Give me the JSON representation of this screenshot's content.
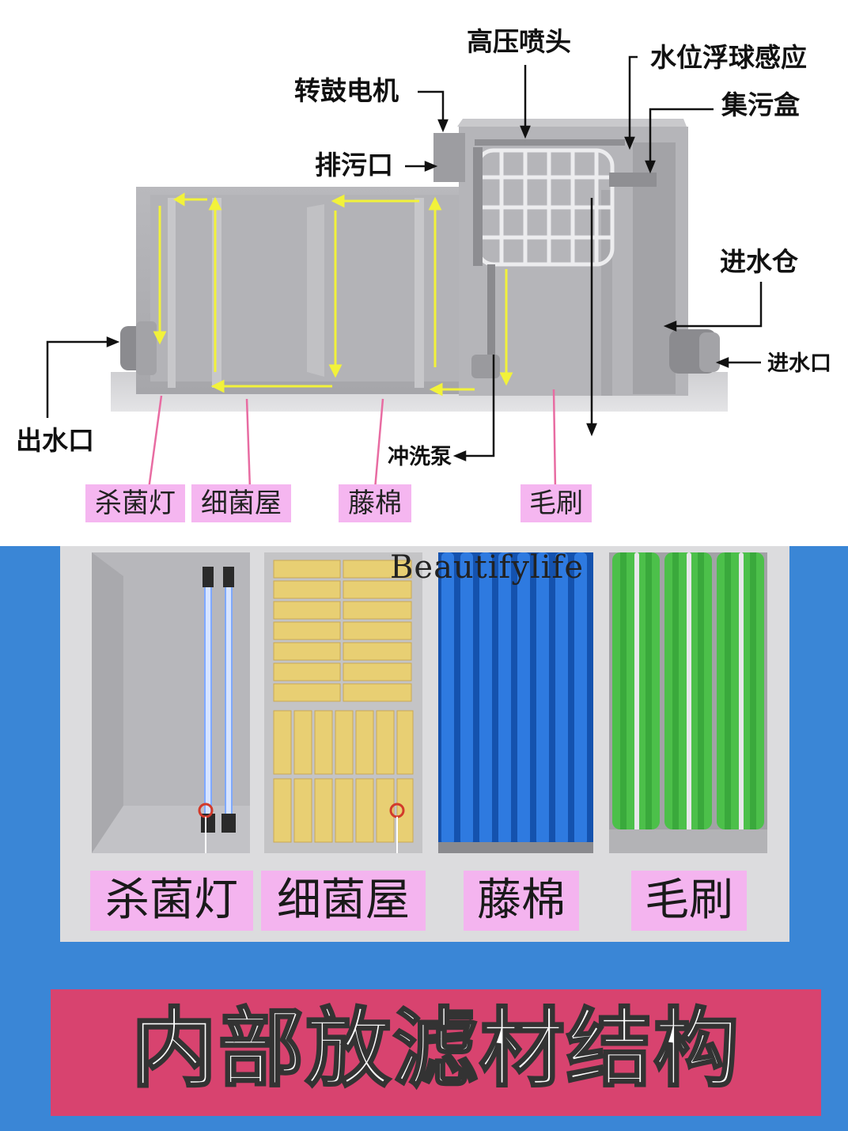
{
  "diagram": {
    "labels": {
      "high_pressure_nozzle": "高压喷头",
      "water_level_float": "水位浮球感应",
      "drum_motor": "转鼓电机",
      "dirt_box": "集污盒",
      "sewage_outlet": "排污口",
      "inlet_chamber": "进水仓",
      "water_inlet": "进水口",
      "water_outlet": "出水口",
      "flush_pump": "冲洗泵"
    },
    "compartments": [
      "杀菌灯",
      "细菌屋",
      "藤棉",
      "毛刷"
    ]
  },
  "media_panel": {
    "brand": "Beautifylife",
    "compartments": [
      "杀菌灯",
      "细菌屋",
      "藤棉",
      "毛刷"
    ]
  },
  "banner": {
    "title": "内部放滤材结构"
  },
  "colors": {
    "background_blue": "#3a86d6",
    "label_pink": "#f5b6f0",
    "banner_red": "#d8436f",
    "flow_arrow_yellow": "#f2f23a",
    "lamp_glow": "#5b8ff0",
    "bio_block": "#e8cf73",
    "sponge_blue": "#1a63c9",
    "brush_green": "#4cc04a"
  }
}
